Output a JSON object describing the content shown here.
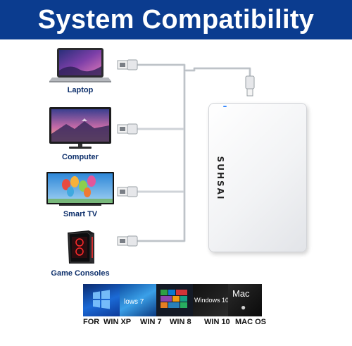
{
  "banner": {
    "title": "System Compatibility"
  },
  "devices": [
    {
      "label": "Laptop"
    },
    {
      "label": "Computer"
    },
    {
      "label": "Smart TV"
    },
    {
      "label": "Game Consoles"
    }
  ],
  "drive": {
    "brand": "SUHSAI"
  },
  "os": {
    "prefix": "FOR",
    "items": [
      {
        "name": "WIN XP",
        "tile_text": ""
      },
      {
        "name": "WIN 7",
        "tile_text": "lows 7"
      },
      {
        "name": "WIN 8",
        "tile_text": ""
      },
      {
        "name": "WIN 10",
        "tile_text": "Windows 10"
      },
      {
        "name": "MAC OS",
        "tile_text": "Mac"
      }
    ]
  },
  "colors": {
    "banner": "#0b3c8f",
    "label_text": "#0d2f6b",
    "cable": "#cfd3d8"
  }
}
